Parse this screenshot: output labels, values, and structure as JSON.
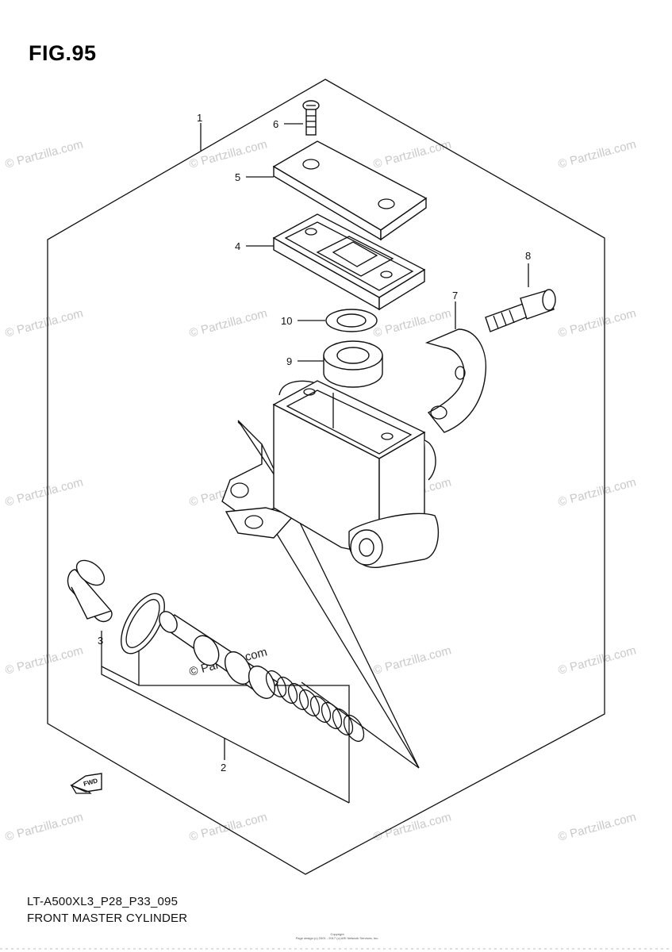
{
  "figure": {
    "title": "FIG.95",
    "code": "LT-A500XL3_P28_P33_095",
    "name": "FRONT MASTER CYLINDER"
  },
  "copyright": {
    "line1": "Copyright",
    "line2": "Page design (c) 2001 - 2017 (c) ARI Network Services, Inc."
  },
  "watermark": {
    "text": "© Partzilla.com",
    "highlight_text": "© Partzilla.com"
  },
  "callouts": [
    "1",
    "2",
    "3",
    "4",
    "5",
    "6",
    "7",
    "8",
    "9",
    "10"
  ],
  "fwd_label": "FWD"
}
